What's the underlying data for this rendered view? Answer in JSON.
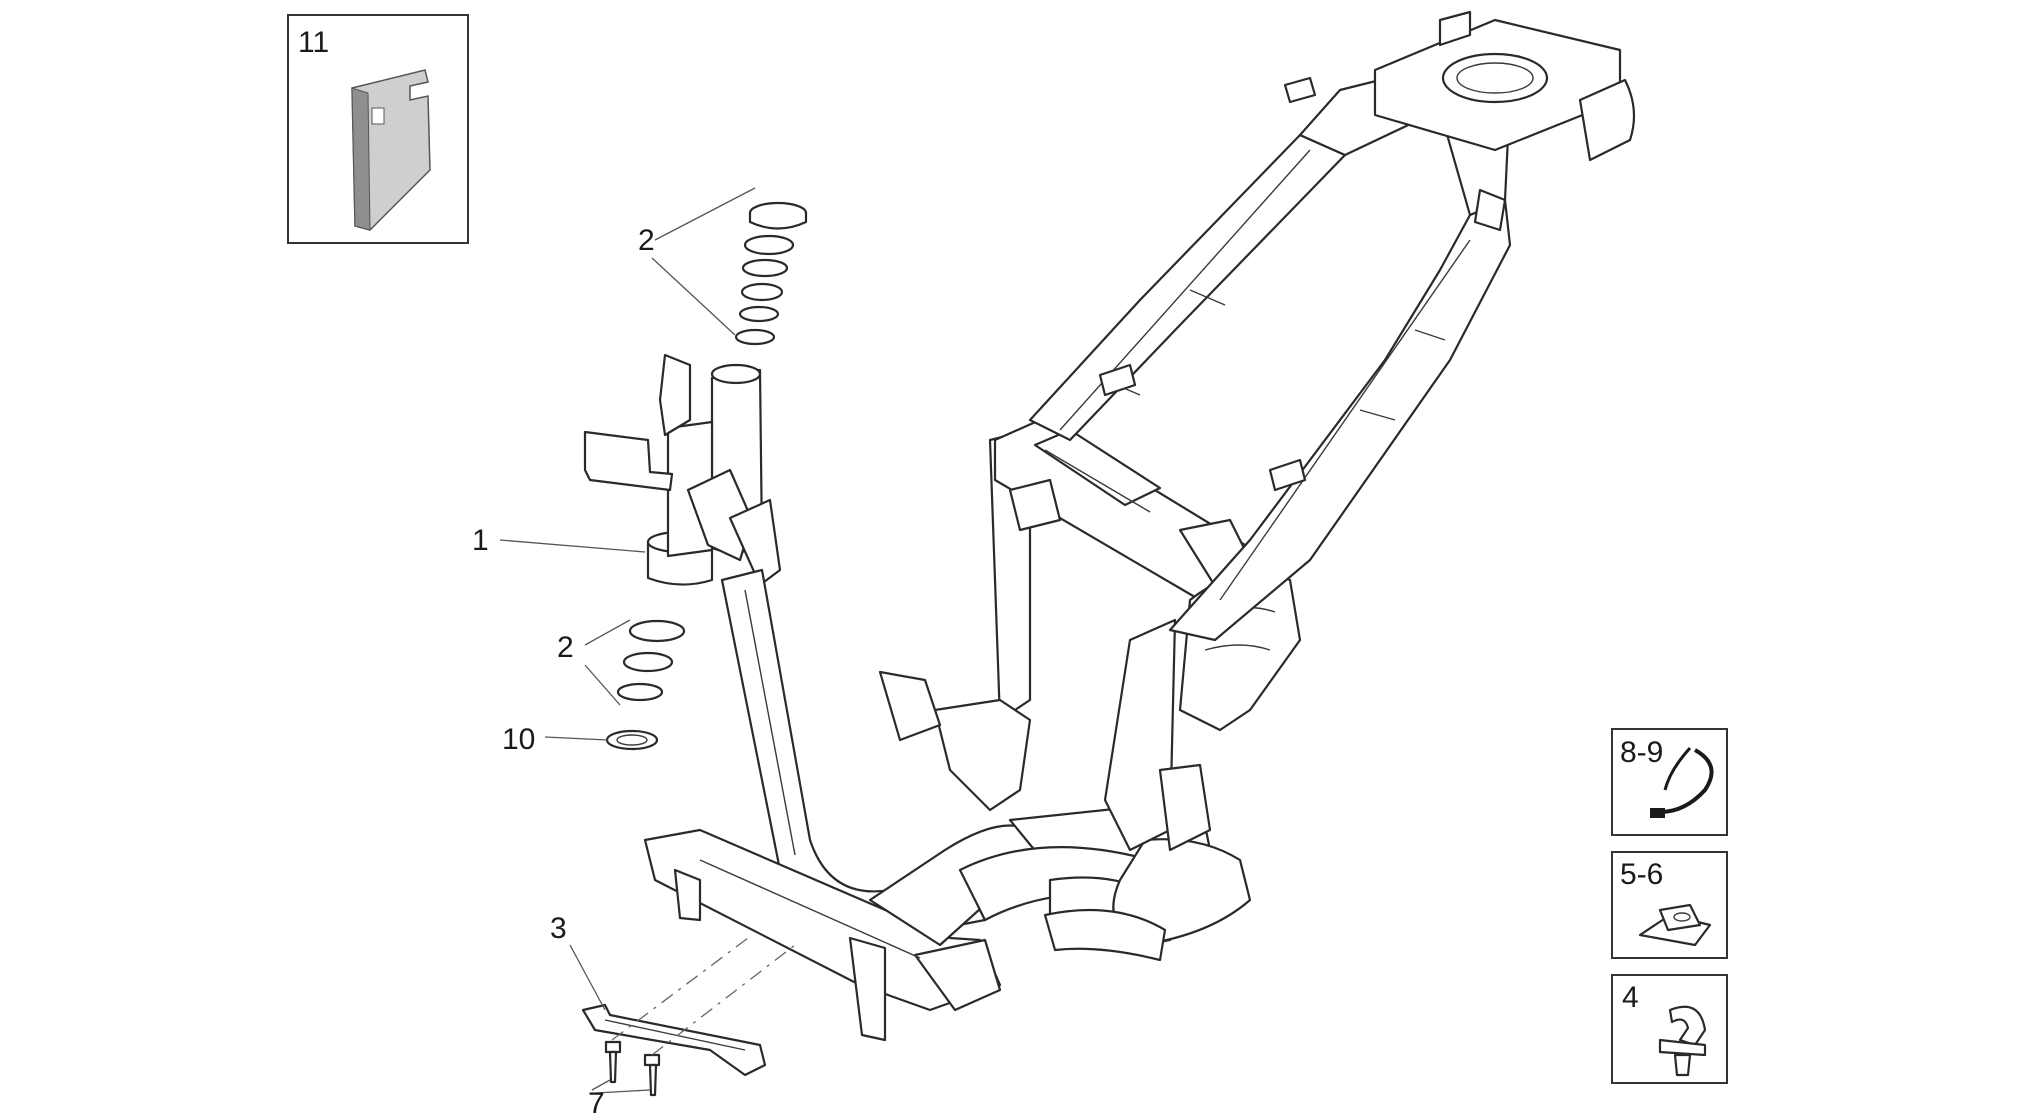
{
  "labels": {
    "frame": "1",
    "bearing_upper": "2",
    "bearing_lower": "2",
    "bracket": "3",
    "screws": "7",
    "ring": "10"
  },
  "insets": {
    "pad": "11",
    "clamp": "8-9",
    "clip_nut": "5-6",
    "clip": "4"
  }
}
